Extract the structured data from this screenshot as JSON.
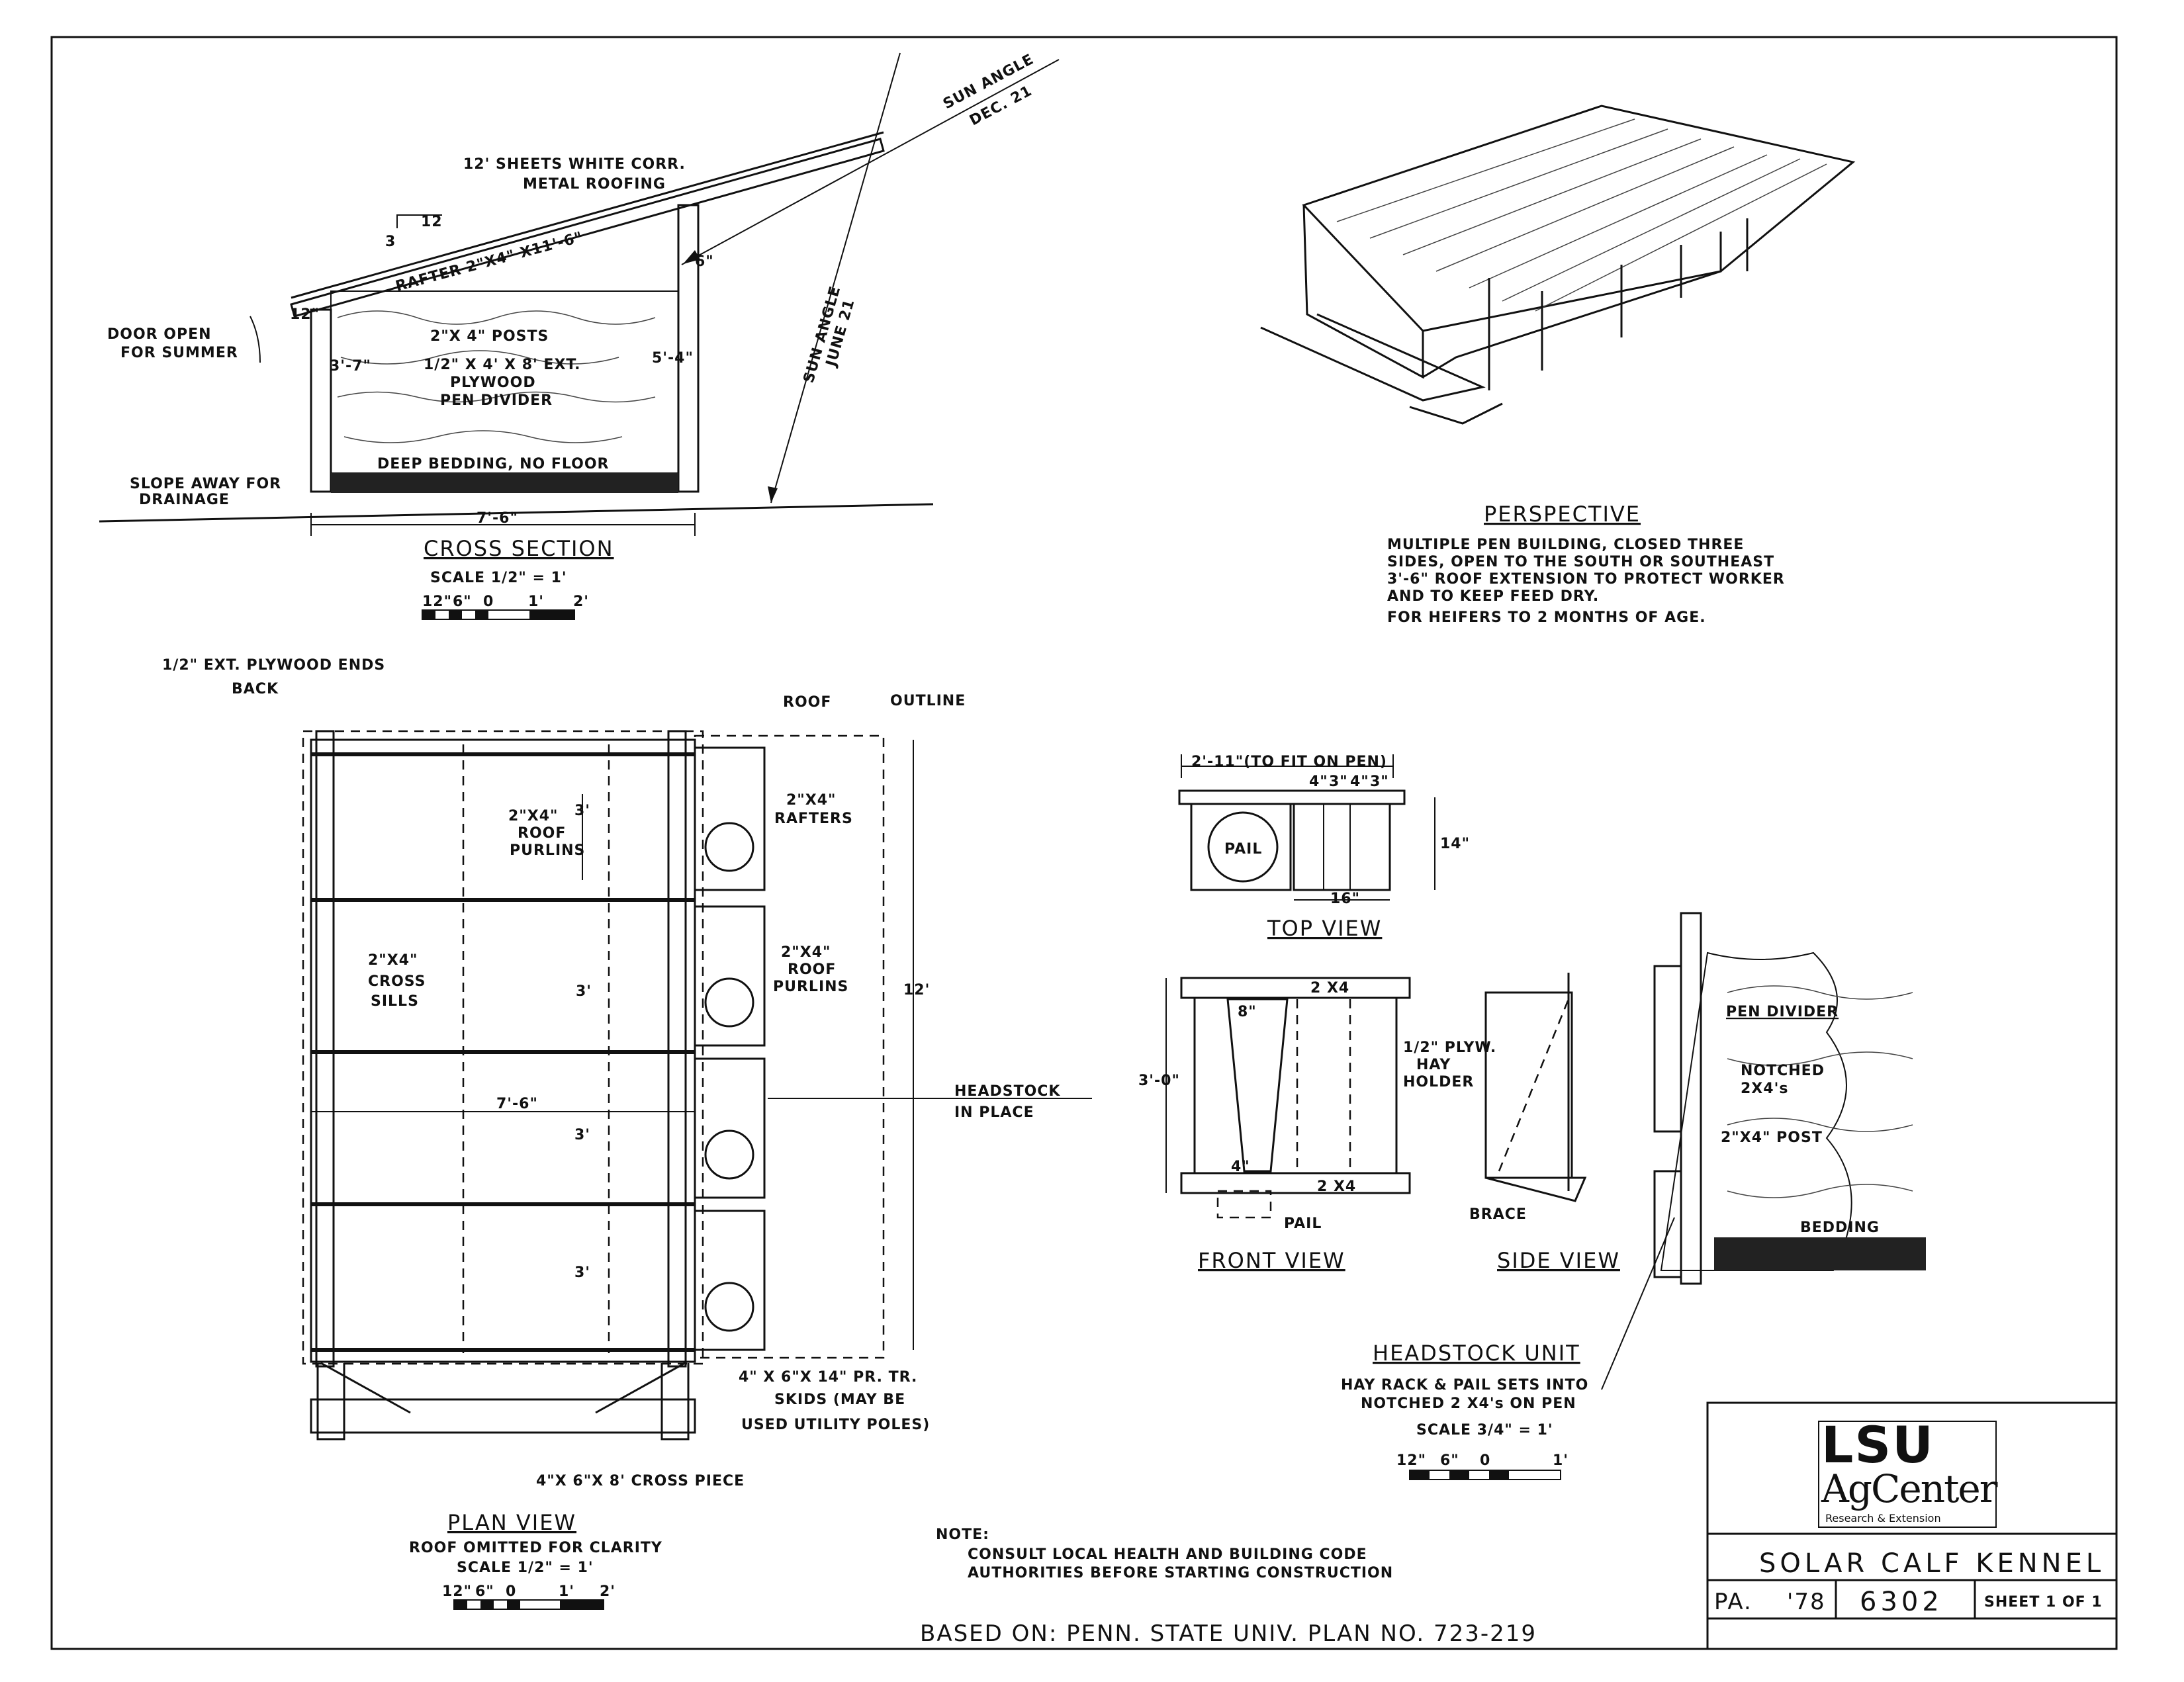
{
  "title_block": {
    "logo_line1": "LSU",
    "logo_line2": "AgCenter",
    "logo_line3": "Research & Extension",
    "drawing_title": "SOLAR CALF KENNEL",
    "state": "PA.",
    "year": "'78",
    "plan_number": "6302",
    "sheet": "SHEET 1 OF 1"
  },
  "cross_section": {
    "title": "CROSS SECTION",
    "scale": "SCALE   1/2\" = 1'",
    "scale_bar": [
      "12\"",
      "6\"",
      "0",
      "1'",
      "2'"
    ],
    "labels": {
      "roofing_1": "12' SHEETS WHITE CORR.",
      "roofing_2": "METAL ROOFING",
      "pitch_rise": "3",
      "pitch_run": "12",
      "rafter": "RAFTER 2\"X4\" X11'-6\"",
      "door_1": "DOOR OPEN",
      "door_2": "FOR SUMMER",
      "dim_12": "12\"",
      "dim_37": "3'-7\"",
      "posts": "2\"X 4\"  POSTS",
      "plywood_1": "1/2\" X 4' X 8'  EXT.",
      "plywood_2": "PLYWOOD",
      "plywood_3": "PEN DIVIDER",
      "dim_6": "6\"",
      "dim_54": "5'-4\"",
      "bedding": "DEEP BEDDING, NO FLOOR",
      "slope_1": "SLOPE AWAY FOR",
      "slope_2": "DRAINAGE",
      "width": "7'-6\"",
      "sun_dec_1": "SUN ANGLE",
      "sun_dec_2": "DEC. 21",
      "sun_jun_1": "SUN ANGLE",
      "sun_jun_2": "JUNE 21"
    }
  },
  "perspective": {
    "title": "PERSPECTIVE",
    "notes": [
      "MULTIPLE PEN BUILDING, CLOSED THREE",
      "SIDES, OPEN TO  THE SOUTH  OR SOUTHEAST",
      "3'-6\" ROOF EXTENSION TO PROTECT WORKER",
      "AND TO KEEP FEED DRY.",
      "FOR  HEIFERS TO 2 MONTHS OF AGE."
    ]
  },
  "plan_view": {
    "title": "PLAN VIEW",
    "subtitle": "ROOF  OMITTED FOR CLARITY",
    "scale": "SCALE   1/2\" = 1'",
    "scale_bar": [
      "12\"",
      "6\"",
      "0",
      "1'",
      "2'"
    ],
    "labels": {
      "ends": "1/2\"  EXT. PLYWOOD ENDS",
      "back": "BACK",
      "roof": "ROOF",
      "outline": "OUTLINE",
      "purlins_1": "2\"X4\"",
      "purlins_2": "ROOF",
      "purlins_3": "PURLINS",
      "rafters_1": "2\"X4\"",
      "rafters_2": "RAFTERS",
      "sills_1": "2\"X4\"",
      "sills_2": "CROSS",
      "sills_3": "SILLS",
      "purlins_r1": "2\"X4\"",
      "purlins_r2": "ROOF",
      "purlins_r3": "PURLINS",
      "dim_3a": "3'",
      "dim_3b": "3'",
      "dim_3c": "3'",
      "dim_3d": "3'",
      "dim_76": "7'-6\"",
      "dim_12": "12'",
      "headstock_1": "HEADSTOCK",
      "headstock_2": "IN PLACE",
      "skids_1": "4\" X 6\"X 14\"  PR. TR.",
      "skids_2": "SKIDS  (MAY BE",
      "skids_3": "USED UTILITY POLES)",
      "crosspiece": "4\"X 6\"X 8' CROSS PIECE"
    }
  },
  "headstock": {
    "title": "HEADSTOCK  UNIT",
    "desc_1": "HAY RACK & PAIL SETS INTO",
    "desc_2": "NOTCHED  2 X4's ON PEN",
    "scale": "SCALE  3/4\" = 1'",
    "scale_bar": [
      "12\"",
      "6\"",
      "0",
      "1'"
    ],
    "top_view": {
      "title": "TOP  VIEW",
      "dim_width": "2'-11\"(TO FIT ON PEN)",
      "dim_4a": "4\"",
      "dim_3a": "3\"",
      "dim_4b": "4\"",
      "dim_3b": "3\"",
      "pail": "PAIL",
      "dim_16": "16\"",
      "dim_14": "14\""
    },
    "front_view": {
      "title": "FRONT  VIEW",
      "dim_30": "3'-0\"",
      "dim_8": "8\"",
      "dim_2x4_top": "2 X4",
      "dim_4": "4\"",
      "dim_2x4_bot": "2 X4",
      "pail": "PAIL"
    },
    "side_view": {
      "title": "SIDE  VIEW",
      "hay_1": "1/2\" PLYW.",
      "hay_2": "HAY",
      "hay_3": "HOLDER",
      "brace": "BRACE"
    },
    "pen_detail": {
      "pen_divider": "PEN DIVIDER",
      "notched_1": "NOTCHED",
      "notched_2": "2X4's",
      "post": "2\"X4\" POST",
      "bedding": "BEDDING"
    }
  },
  "note": {
    "label": "NOTE:",
    "line1": "CONSULT  LOCAL  HEALTH  AND  BUILDING  CODE",
    "line2": "AUTHORITIES  BEFORE  STARTING  CONSTRUCTION"
  },
  "footer": "BASED ON: PENN. STATE UNIV. PLAN NO. 723-219"
}
